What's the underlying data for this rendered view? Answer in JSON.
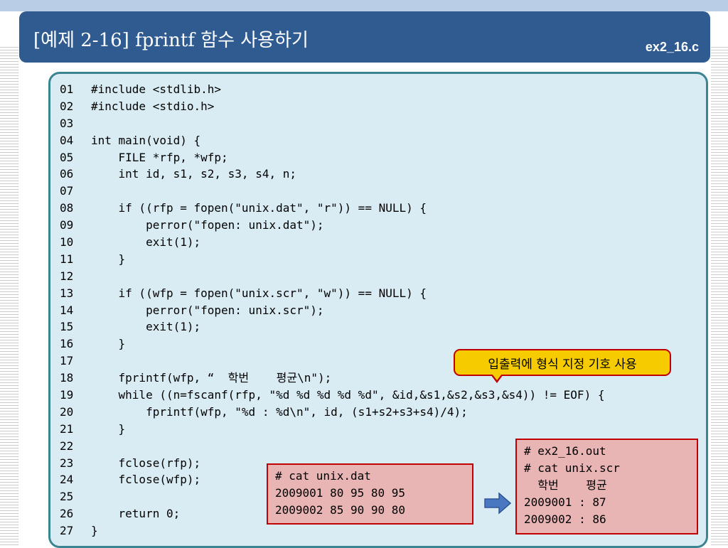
{
  "slide": {
    "title": "[예제 2-16] fprintf 함수 사용하기",
    "filename": "ex2_16.c"
  },
  "code": {
    "lines": [
      {
        "num": "01",
        "text": "#include <stdlib.h>"
      },
      {
        "num": "02",
        "text": "#include <stdio.h>"
      },
      {
        "num": "03",
        "text": ""
      },
      {
        "num": "04",
        "text": "int main(void) {"
      },
      {
        "num": "05",
        "text": "    FILE *rfp, *wfp;"
      },
      {
        "num": "06",
        "text": "    int id, s1, s2, s3, s4, n;"
      },
      {
        "num": "07",
        "text": ""
      },
      {
        "num": "08",
        "text": "    if ((rfp = fopen(\"unix.dat\", \"r\")) == NULL) {"
      },
      {
        "num": "09",
        "text": "        perror(\"fopen: unix.dat\");"
      },
      {
        "num": "10",
        "text": "        exit(1);"
      },
      {
        "num": "11",
        "text": "    }"
      },
      {
        "num": "12",
        "text": ""
      },
      {
        "num": "13",
        "text": "    if ((wfp = fopen(\"unix.scr\", \"w\")) == NULL) {"
      },
      {
        "num": "14",
        "text": "        perror(\"fopen: unix.scr\");"
      },
      {
        "num": "15",
        "text": "        exit(1);"
      },
      {
        "num": "16",
        "text": "    }"
      },
      {
        "num": "17",
        "text": ""
      },
      {
        "num": "18",
        "text": "    fprintf(wfp, “  학번    평균\\n\");"
      },
      {
        "num": "19",
        "text": "    while ((n=fscanf(rfp, \"%d %d %d %d %d\", &id,&s1,&s2,&s3,&s4)) != EOF) {"
      },
      {
        "num": "20",
        "text": "        fprintf(wfp, \"%d : %d\\n\", id, (s1+s2+s3+s4)/4);"
      },
      {
        "num": "21",
        "text": "    }"
      },
      {
        "num": "22",
        "text": ""
      },
      {
        "num": "23",
        "text": "    fclose(rfp);"
      },
      {
        "num": "24",
        "text": "    fclose(wfp);"
      },
      {
        "num": "25",
        "text": ""
      },
      {
        "num": "26",
        "text": "    return 0;"
      },
      {
        "num": "27",
        "text": "}"
      }
    ]
  },
  "callout": {
    "text": "입출력에 형식 지정 기호 사용"
  },
  "input_terminal": {
    "lines": [
      "# cat unix.dat",
      "2009001 80 95 80 95",
      "2009002 85 90 90 80"
    ]
  },
  "output_terminal": {
    "lines": [
      "# ex2_16.out",
      "# cat unix.scr",
      "  학번    평균",
      "2009001 : 87",
      "2009002 : 86"
    ]
  },
  "colors": {
    "title_bar": "#2f5b91",
    "code_bg": "#d9ecf4",
    "code_border": "#3b8592",
    "callout_bg": "#f6cc00",
    "terminal_bg": "#e8b4b4",
    "terminal_border": "#c00000",
    "arrow": "#4a78c0"
  },
  "icons": {
    "arrow": "right-arrow-icon"
  }
}
